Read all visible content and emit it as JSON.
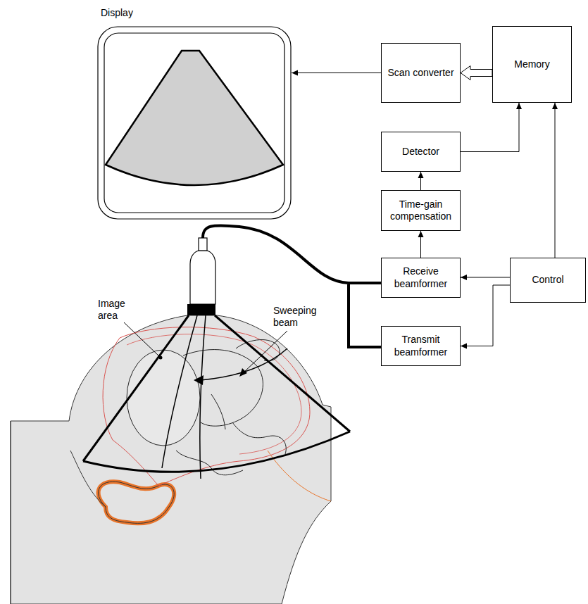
{
  "diagram": {
    "nodes": [
      {
        "text": [
          "Display"
        ]
      },
      {
        "text": [
          "Scan converter"
        ]
      },
      {
        "text": [
          "Memory"
        ]
      },
      {
        "text": [
          "Detector"
        ]
      },
      {
        "text": [
          "Time-gain compensation"
        ]
      },
      {
        "text": [
          "Receive beamformer"
        ]
      },
      {
        "text": [
          "Control"
        ]
      },
      {
        "text": [
          "Transmit beamformer"
        ]
      }
    ],
    "edges": [
      {
        "from": 1,
        "to": 0,
        "arrow": "to"
      },
      {
        "from": 2,
        "to": 1,
        "arrow": "to"
      },
      {
        "from": 3,
        "to": 2,
        "arrow": "to"
      },
      {
        "from": 4,
        "to": 3,
        "arrow": "to"
      },
      {
        "from": 5,
        "to": 4,
        "arrow": "to"
      },
      {
        "from": 6,
        "to": 5,
        "arrow": "to"
      },
      {
        "from": 6,
        "to": 7,
        "arrow": "to"
      },
      {
        "from": 6,
        "to": 2,
        "arrow": "to"
      }
    ],
    "labels": [
      "Image area",
      "Sweeping beam"
    ]
  }
}
